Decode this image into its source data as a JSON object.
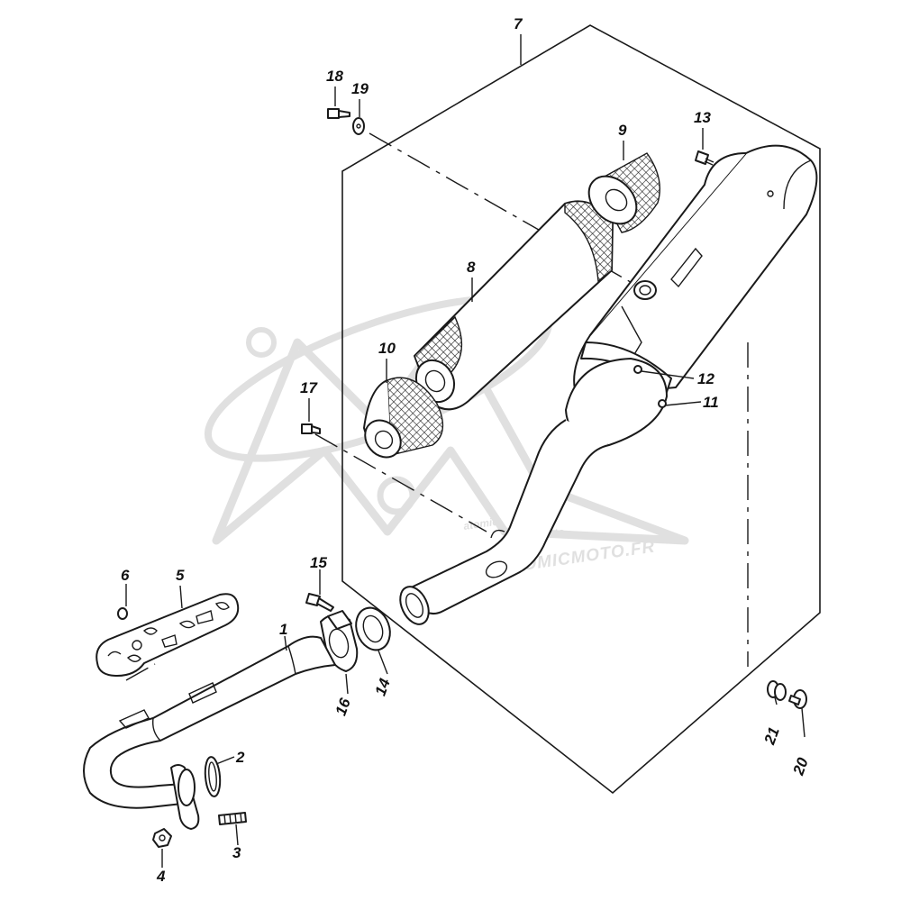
{
  "watermark": {
    "url_text": "WWW.ATOMICMOTO.FR",
    "brand_text": "atomic",
    "brand_sub": "moto"
  },
  "callouts": [
    {
      "id": "1",
      "label": "1"
    },
    {
      "id": "2",
      "label": "2"
    },
    {
      "id": "3",
      "label": "3"
    },
    {
      "id": "4",
      "label": "4"
    },
    {
      "id": "5",
      "label": "5"
    },
    {
      "id": "6",
      "label": "6"
    },
    {
      "id": "7",
      "label": "7"
    },
    {
      "id": "8",
      "label": "8"
    },
    {
      "id": "9",
      "label": "9"
    },
    {
      "id": "10",
      "label": "10"
    },
    {
      "id": "11",
      "label": "11"
    },
    {
      "id": "12",
      "label": "12"
    },
    {
      "id": "13",
      "label": "13"
    },
    {
      "id": "14",
      "label": "14"
    },
    {
      "id": "15",
      "label": "15"
    },
    {
      "id": "16",
      "label": "16"
    },
    {
      "id": "17",
      "label": "17"
    },
    {
      "id": "18",
      "label": "18"
    },
    {
      "id": "19",
      "label": "19"
    },
    {
      "id": "20",
      "label": "20"
    },
    {
      "id": "21",
      "label": "21"
    }
  ]
}
